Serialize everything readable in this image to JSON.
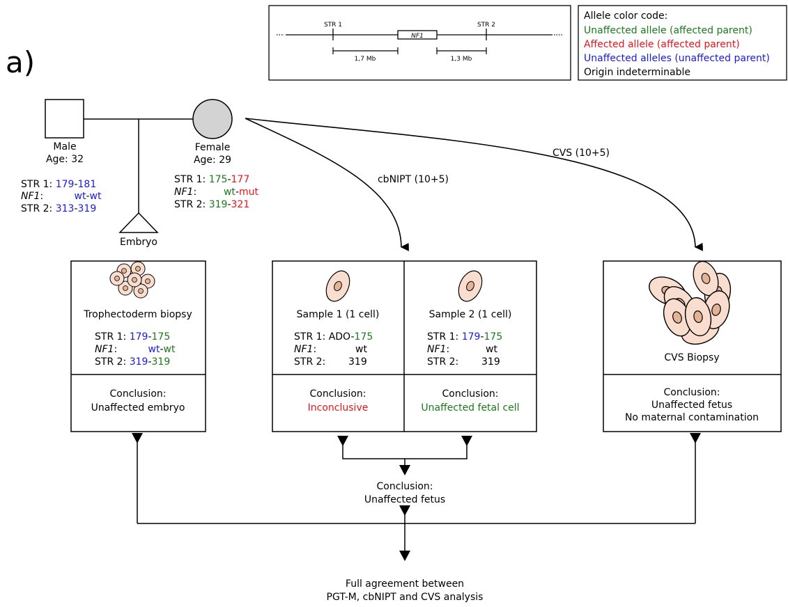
{
  "colors": {
    "affected_parent_unaffected": "#1a7a1a",
    "affected": "#e8141c",
    "unaffected_parent": "#1a1adf",
    "neutral": "#000000"
  },
  "panel_label": "a)",
  "locus_map": {
    "str1": "STR 1",
    "gene": "NF1",
    "str2": "STR 2",
    "dist1": "1,7 Mb",
    "dist2": "1,3 Mb"
  },
  "legend": {
    "title": "Allele color code:",
    "items": [
      "Unaffected allele (affected parent)",
      "Affected allele (affected parent)",
      "Unaffected alleles (unaffected parent)",
      "Origin indeterminable"
    ]
  },
  "pedigree": {
    "male": {
      "label": "Male",
      "age": "Age: 32",
      "str1_label": "STR 1:",
      "str1_a": "179",
      "str1_b": "181",
      "nf1_label": "NF1",
      "nf1_colon": ":",
      "nf1_a": "wt",
      "nf1_b": "wt",
      "str2_label": "STR 2:",
      "str2_a": "313",
      "str2_b": "319"
    },
    "female": {
      "label": "Female",
      "age": "Age: 29",
      "str1_label": "STR 1:",
      "str1_a": "175",
      "str1_b": "177",
      "nf1_label": "NF1",
      "nf1_colon": ":",
      "nf1_a": "wt",
      "nf1_b": "mut",
      "str2_label": "STR 2:",
      "str2_a": "319",
      "str2_b": "321"
    },
    "embryo": "Embryo"
  },
  "arrows": {
    "cbnipt": "cbNIPT (10+5)",
    "cvs": "CVS (10+5)"
  },
  "pgt": {
    "title": "Trophectoderm biopsy",
    "str1_label": "STR 1:",
    "str1_a": "179",
    "str1_b": "175",
    "nf1_label": "NF1",
    "nf1_colon": ":",
    "nf1_a": "wt",
    "nf1_b": "wt",
    "str2_label": "STR 2:",
    "str2_a": "319",
    "str2_b": "319",
    "conclusion_label": "Conclusion:",
    "conclusion": "Unaffected embryo"
  },
  "sample1": {
    "title": "Sample 1 (1 cell)",
    "str1_label": "STR 1:",
    "str1_a": "ADO",
    "str1_b": "175",
    "nf1_label": "NF1",
    "nf1_colon": ":",
    "nf1": "wt",
    "str2_label": "STR 2:",
    "str2": "319",
    "conclusion_label": "Conclusion:",
    "conclusion": "Inconclusive"
  },
  "sample2": {
    "title": "Sample 2 (1 cell)",
    "str1_label": "STR 1:",
    "str1_a": "179",
    "str1_b": "175",
    "nf1_label": "NF1",
    "nf1_colon": ":",
    "nf1": "wt",
    "str2_label": "STR 2:",
    "str2": "319",
    "conclusion_label": "Conclusion:",
    "conclusion": "Unaffected fetal cell"
  },
  "cvs": {
    "title": "CVS Biopsy",
    "conclusion_label": "Conclusion:",
    "line1": "Unaffected fetus",
    "line2": "No maternal contamination"
  },
  "nipt_result": {
    "label": "Conclusion:",
    "text": "Unaffected fetus"
  },
  "final": {
    "line1": "Full agreement between",
    "line2": "PGT-M, cbNIPT and CVS analysis"
  }
}
